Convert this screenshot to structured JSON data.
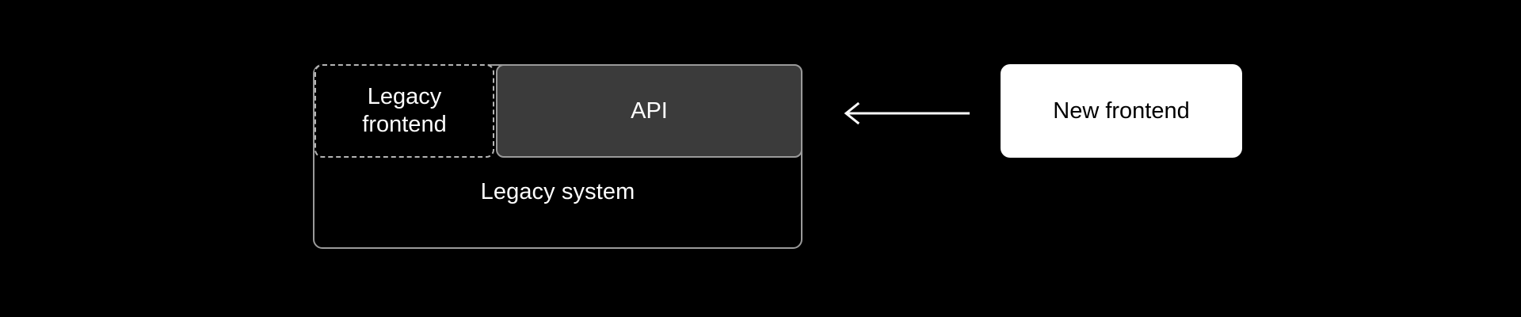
{
  "diagram": {
    "background_color": "#000000",
    "nodes": {
      "legacy_system": {
        "label": "Legacy system",
        "style": "solid-outline",
        "border_color": "#9a9a9a",
        "fill_color": "transparent",
        "text_color": "#ffffff"
      },
      "legacy_frontend": {
        "label": "Legacy\nfrontend",
        "style": "dashed-outline",
        "border_color": "#b4b4b4",
        "fill_color": "#000000",
        "text_color": "#ffffff"
      },
      "api": {
        "label": "API",
        "style": "solid-outline-filled",
        "border_color": "#9a9a9a",
        "fill_color": "#3b3b3b",
        "text_color": "#ffffff"
      },
      "new_frontend": {
        "label": "New frontend",
        "style": "solid-filled",
        "border_color": "#ffffff",
        "fill_color": "#ffffff",
        "text_color": "#000000"
      }
    },
    "edges": [
      {
        "name": "new-frontend-to-api",
        "from": "new_frontend",
        "to": "api",
        "direction": "left",
        "color": "#ffffff",
        "label": ""
      }
    ]
  }
}
